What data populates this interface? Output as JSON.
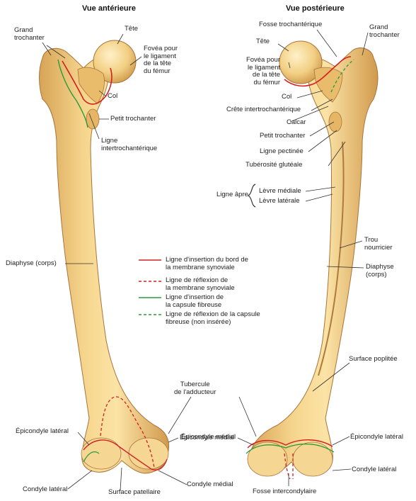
{
  "headers": {
    "anterior": "Vue antérieure",
    "posterior": "Vue postérieure"
  },
  "anterior_labels": {
    "grand_trochanter": "Grand\ntrochanter",
    "tete": "Tête",
    "fovea": "Fovéa pour\nle ligament\nde la tête\ndu fémur",
    "col": "Col",
    "petit_trochanter": "Petit trochanter",
    "ligne_intertrochanterique": "Ligne\nintertrochantérique",
    "diaphyse": "Diaphyse (corps)",
    "tubercule_adducteur": "Tubercule\nde l'adducteur",
    "epicondyle_lateral": "Épicondyle latéral",
    "epicondyle_medial": "Épicondyle médial",
    "condyle_lateral": "Condyle latéral",
    "surface_patellaire": "Surface patellaire",
    "condyle_medial": "Condyle médial"
  },
  "posterior_labels": {
    "fosse_trochanterique": "Fosse trochantérique",
    "grand_trochanter": "Grand\ntrochanter",
    "tete": "Tête",
    "fovea": "Fovéa pour\nle ligament\nde la tête\ndu fémur",
    "col": "Col",
    "crete_intertrochanterique": "Crête intertrochantérique",
    "calcar": "Calcar",
    "petit_trochanter": "Petit trochanter",
    "ligne_pectinee": "Ligne pectinée",
    "tuberosite_glutéale": "Tubérosité glutéale",
    "ligne_apre": "Ligne âpre",
    "levre_mediale": "Lèvre médiale",
    "levre_laterale": "Lèvre latérale",
    "trou_nourricier": "Trou\nnourricier",
    "diaphyse": "Diaphyse\n(corps)",
    "surface_poplitee": "Surface poplitée",
    "epicondyle_medial": "Épicondyle médial",
    "epicondyle_lateral": "Épicondyle latéral",
    "condyle_lateral": "Condyle latéral",
    "fosse_intercondylaire": "Fosse intercondylaire"
  },
  "legend": [
    {
      "text": "Ligne d'insertion du bord de\nla membrane synoviale",
      "color": "#d42020",
      "style": "solid"
    },
    {
      "text": "Ligne de réflexion de\nla membrane synoviale",
      "color": "#d42020",
      "style": "dashed"
    },
    {
      "text": "Ligne d'insertion de\nla capsule fibreuse",
      "color": "#2c9a3a",
      "style": "solid"
    },
    {
      "text": "Ligne de réflexion de la capsule\nfibreuse (non insérée)",
      "color": "#2c9a3a",
      "style": "dashed"
    }
  ],
  "colors": {
    "bone": "#f0c978",
    "bone_light": "#fbe3a6",
    "bone_shadow": "#c99348",
    "synovial": "#d42020",
    "capsule": "#2c9a3a"
  }
}
